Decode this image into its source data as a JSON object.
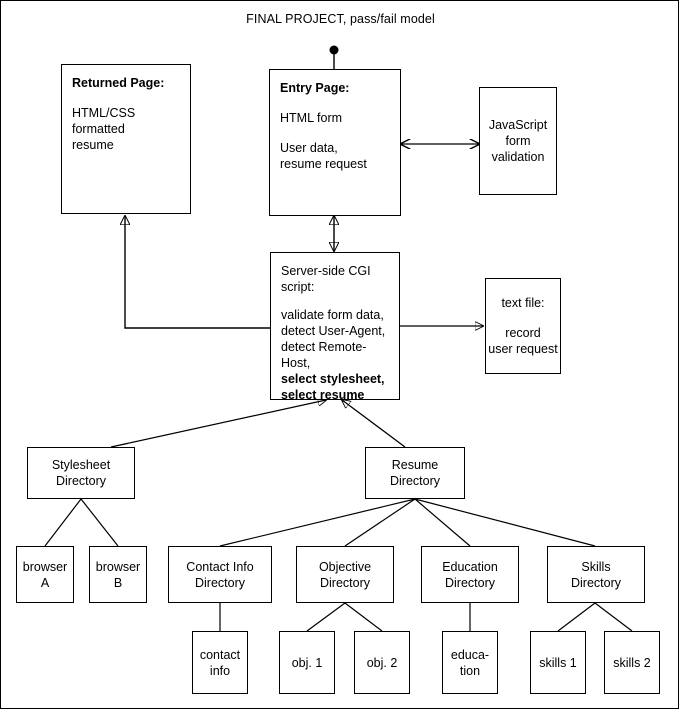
{
  "title": "FINAL PROJECT, pass/fail model",
  "nodes": {
    "returned_page": {
      "heading": "Returned Page:",
      "line1": "HTML/CSS formatted",
      "line2": "resume"
    },
    "entry_page": {
      "heading": "Entry Page:",
      "line1": "HTML form",
      "line2": "User data,",
      "line3": "resume request"
    },
    "javascript_validation": {
      "line1": "JavaScript",
      "line2": "form",
      "line3": "validation"
    },
    "cgi_script": {
      "heading1": "Server-side CGI",
      "heading2": "script:",
      "line1": "validate form data,",
      "line2": "detect User-Agent,",
      "line3": "detect Remote-Host,",
      "line4": "select stylesheet,",
      "line5": "select resume"
    },
    "text_file": {
      "line1": "text file:",
      "line2": "record",
      "line3": "user request"
    },
    "stylesheet_directory": {
      "line1": "Stylesheet",
      "line2": "Directory"
    },
    "resume_directory": {
      "line1": "Resume",
      "line2": "Directory"
    },
    "browser_a": {
      "line1": "browser",
      "line2": "A"
    },
    "browser_b": {
      "line1": "browser",
      "line2": "B"
    },
    "contact_info_directory": {
      "line1": "Contact Info",
      "line2": "Directory"
    },
    "objective_directory": {
      "line1": "Objective",
      "line2": "Directory"
    },
    "education_directory": {
      "line1": "Education",
      "line2": "Directory"
    },
    "skills_directory": {
      "line1": "Skills",
      "line2": "Directory"
    },
    "contact_info_file": {
      "line1": "contact",
      "line2": "info"
    },
    "obj1_file": {
      "line1": "obj. 1"
    },
    "obj2_file": {
      "line1": "obj. 2"
    },
    "education_file": {
      "line1": "educa-",
      "line2": "tion"
    },
    "skills1_file": {
      "line1": "skills 1"
    },
    "skills2_file": {
      "line1": "skills 2"
    }
  },
  "colors": {
    "stroke": "#000000",
    "background": "#ffffff",
    "text": "#000000"
  }
}
